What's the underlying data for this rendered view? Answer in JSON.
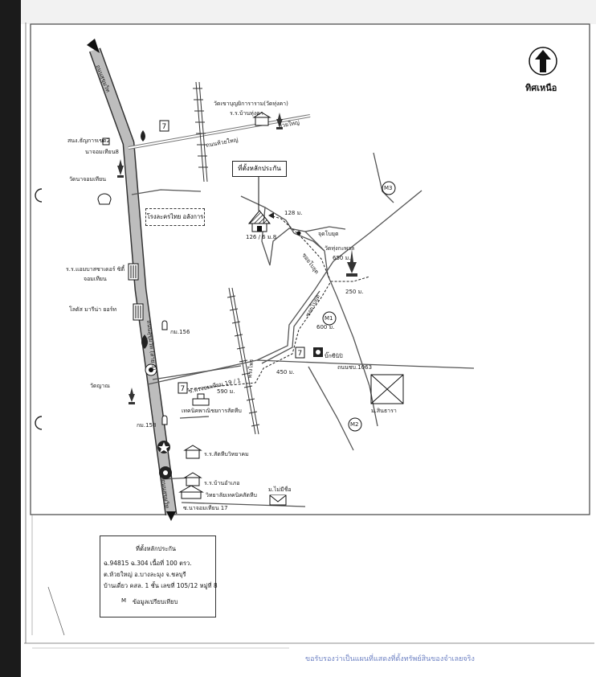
{
  "north": {
    "label": "ทิศเหนือ",
    "icon": "north-arrow-icon"
  },
  "roads": {
    "main_top": "ถนนสุขุมวิท",
    "main_bottom": "ถนนสุขุมวิท",
    "main_middle": "ถนนสุขุมวิท (สาย 3)",
    "huai_yai": "ถนนห้วยใหญ่",
    "huai_yai_east": "ห้วยใหญ่",
    "soi_jomtien_19": "ซ.พรจอมเทียน 19 / 1",
    "road_1063": "ถนนชบ.1063",
    "soi_left": "ซอยโบยุต",
    "soi_lower": "ซอยโบยุต",
    "phon_phrai": "พรงไพร",
    "jomtien_17": "ซ.นาจอมเทียน 17"
  },
  "places": {
    "sonor": "สนง.ธัญการเขต2",
    "jomtien_market": "นาจอมเทียน8",
    "wat_na_jomtien": "วัดนาจอมเทียน",
    "factory": "โรงละครไทย อลังการ",
    "ambassador": "ร.ร.แอมบาสซาเดอร์ ซิตี้",
    "ambassador_2": "จอมเทียน",
    "lotus": "โลตัส มารีน่า ยอร์ท",
    "km156": "กม.156",
    "wat_yanna": "วัดญาณ",
    "km158": "กม.158",
    "wat_khao": "วัดเขาบุญยิการาราม(วัดทุ่งคา)",
    "school_ban_thungka": "ร.ร.บ้านทุ่งคา",
    "kaset": "เทคนิคพาณิชยการสัตหีบ",
    "sattahip_school": "ร.ร.สัตหีบวิทยาคม",
    "ban_amphoe_school": "ร.ร.บ้านอำเภอ",
    "sattahip_college": "วิทยาลัยเทคนิคสัตหีบ",
    "mai_mi_chue": "ม.ไม่มีชื่อ",
    "jud_boyut": "จุดโบยุต",
    "wat_thungkhaphan": "วัดทุ่งกะพวล",
    "big_c": "บิ๊กซีนิปิ",
    "m_sinthara": "ม.สินธารา",
    "house_no": "126 / 6 ม.8",
    "callout": "ที่ตั้งหลักประกัน"
  },
  "distances": {
    "d128": "128 ม.",
    "d650": "650 ม.",
    "d250": "250 ม.",
    "d600": "600 ม.",
    "d450": "450 ม.",
    "d590": "590 ม."
  },
  "markers": {
    "m1": "M1",
    "m2": "M2",
    "m3": "M3"
  },
  "legend": {
    "title": "ที่ตั้งหลักประกัน",
    "line1": "ฉ.94815 ฉ.304 เนื้อที่ 100 ตรว.",
    "line2": "ต.ห้วยใหญ่ อ.บางละมุง จ.ชลบุรี",
    "line3": "บ้านเดี่ยว คสล. 1 ชั้น เลขที่ 105/12 หมู่ที่ 8",
    "line4": "ข้อมูลเปรียบเทียบ",
    "m_symbol": "M"
  },
  "footer": "ขอรับรองว่าเป็นแผนที่แสดงที่ตั้งทรัพย์สินของจำเลยจริง"
}
